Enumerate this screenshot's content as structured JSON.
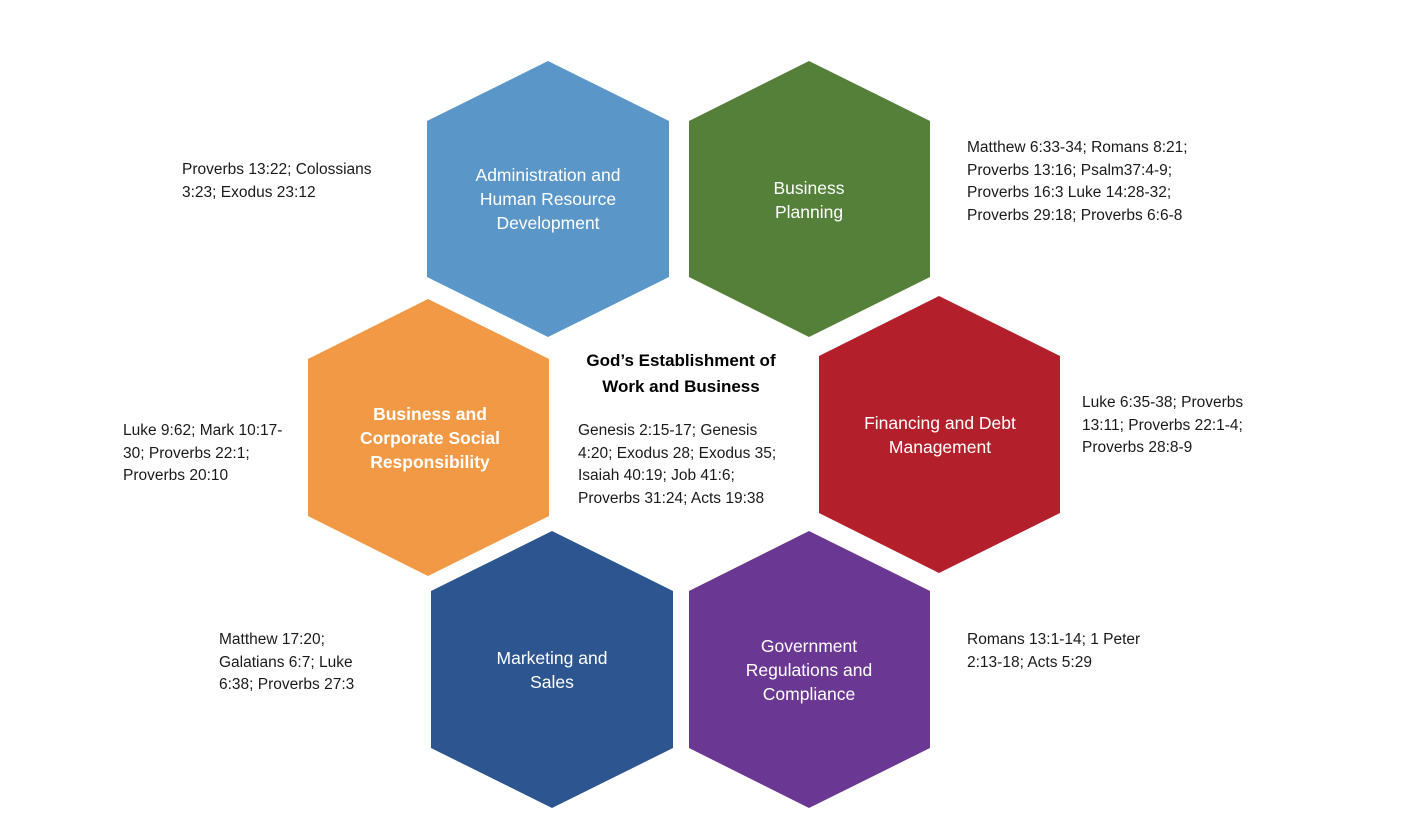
{
  "center": {
    "title": "God’s Establishment of Work and Business",
    "refs": "Genesis 2:15-17; Genesis 4:20; Exodus 28; Exodus 35; Isaiah 40:19; Job 41:6; Proverbs 31:24; Acts 19:38"
  },
  "hexagons": [
    {
      "id": "admin",
      "label": "Administration and Human Resource Development",
      "color": "#5B96C9",
      "refs": "Proverbs 13:22; Colossians 3:23; Exodus 23:12"
    },
    {
      "id": "planning",
      "label": "Business Planning",
      "color": "#548039",
      "refs": "Matthew 6:33-34; Romans 8:21; Proverbs 13:16; Psalm37:4-9; Proverbs 16:3 Luke 14:28-32; Proverbs 29:18; Proverbs 6:6-8"
    },
    {
      "id": "csr",
      "label": "Business and Corporate Social Responsibility",
      "color": "#F29945",
      "refs": "Luke 9:62; Mark 10:17-30; Proverbs 22:1; Proverbs 20:10"
    },
    {
      "id": "financing",
      "label": "Financing and Debt Management",
      "color": "#B3202B",
      "refs": "Luke 6:35-38; Proverbs 13:11; Proverbs 22:1-4; Proverbs 28:8-9"
    },
    {
      "id": "marketing",
      "label": "Marketing and Sales",
      "color": "#2D5590",
      "refs": "Matthew 17:20; Galatians 6:7; Luke 6:38; Proverbs 27:3"
    },
    {
      "id": "government",
      "label": "Government Regulations and Compliance",
      "color": "#6A3793",
      "refs": "Romans 13:1-14; 1 Peter 2:13-18; Acts 5:29"
    }
  ]
}
